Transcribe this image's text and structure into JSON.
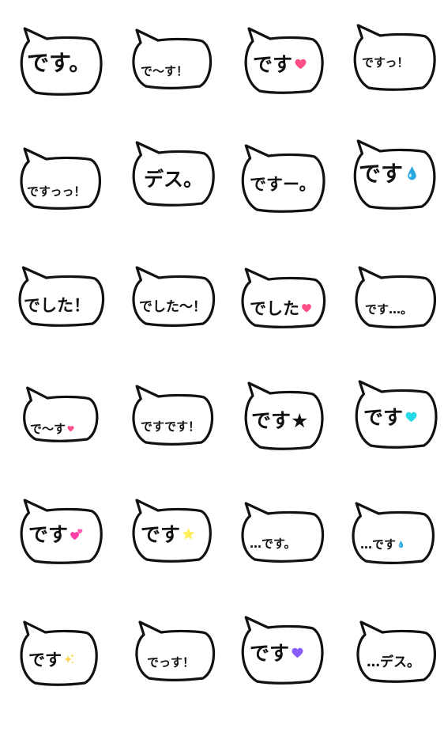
{
  "stickers": [
    {
      "text": "です。",
      "decoration": "",
      "deco_color": ""
    },
    {
      "text": "で〜す！",
      "decoration": "",
      "deco_color": ""
    },
    {
      "text": "です",
      "decoration": "heart-icon",
      "deco_color": "#ff4f86"
    },
    {
      "text": "ですっ！",
      "decoration": "",
      "deco_color": ""
    },
    {
      "text": "ですっっ！",
      "decoration": "",
      "deco_color": ""
    },
    {
      "text": "デス。",
      "decoration": "",
      "deco_color": ""
    },
    {
      "text": "ですー。",
      "decoration": "",
      "deco_color": ""
    },
    {
      "text": "です",
      "decoration": "droplet-icon",
      "deco_color": "#2aa8e0"
    },
    {
      "text": "でした！",
      "decoration": "",
      "deco_color": ""
    },
    {
      "text": "でした〜！",
      "decoration": "",
      "deco_color": ""
    },
    {
      "text": "でした",
      "decoration": "heart-icon",
      "deco_color": "#ff4f86"
    },
    {
      "text": "です…。",
      "decoration": "",
      "deco_color": ""
    },
    {
      "text": "で〜す",
      "decoration": "heart-icon",
      "deco_color": "#ff4f86"
    },
    {
      "text": "ですです！",
      "decoration": "",
      "deco_color": ""
    },
    {
      "text": "です★",
      "decoration": "",
      "deco_color": ""
    },
    {
      "text": "です",
      "decoration": "heart-icon",
      "deco_color": "#27d8e6"
    },
    {
      "text": "です",
      "decoration": "two-hearts-icon",
      "deco_color": "#ff3fa8"
    },
    {
      "text": "です",
      "decoration": "star-icon",
      "deco_color": "#ffee55"
    },
    {
      "text": "…です。",
      "decoration": "",
      "deco_color": ""
    },
    {
      "text": "…です",
      "decoration": "droplet-icon",
      "deco_color": "#2aa8e0"
    },
    {
      "text": "です",
      "decoration": "sparkles-icon",
      "deco_color": "#ffd23a"
    },
    {
      "text": "でっす！",
      "decoration": "",
      "deco_color": ""
    },
    {
      "text": "です",
      "decoration": "heart-icon",
      "deco_color": "#8a5cff"
    },
    {
      "text": "…デス。",
      "decoration": "",
      "deco_color": ""
    }
  ]
}
